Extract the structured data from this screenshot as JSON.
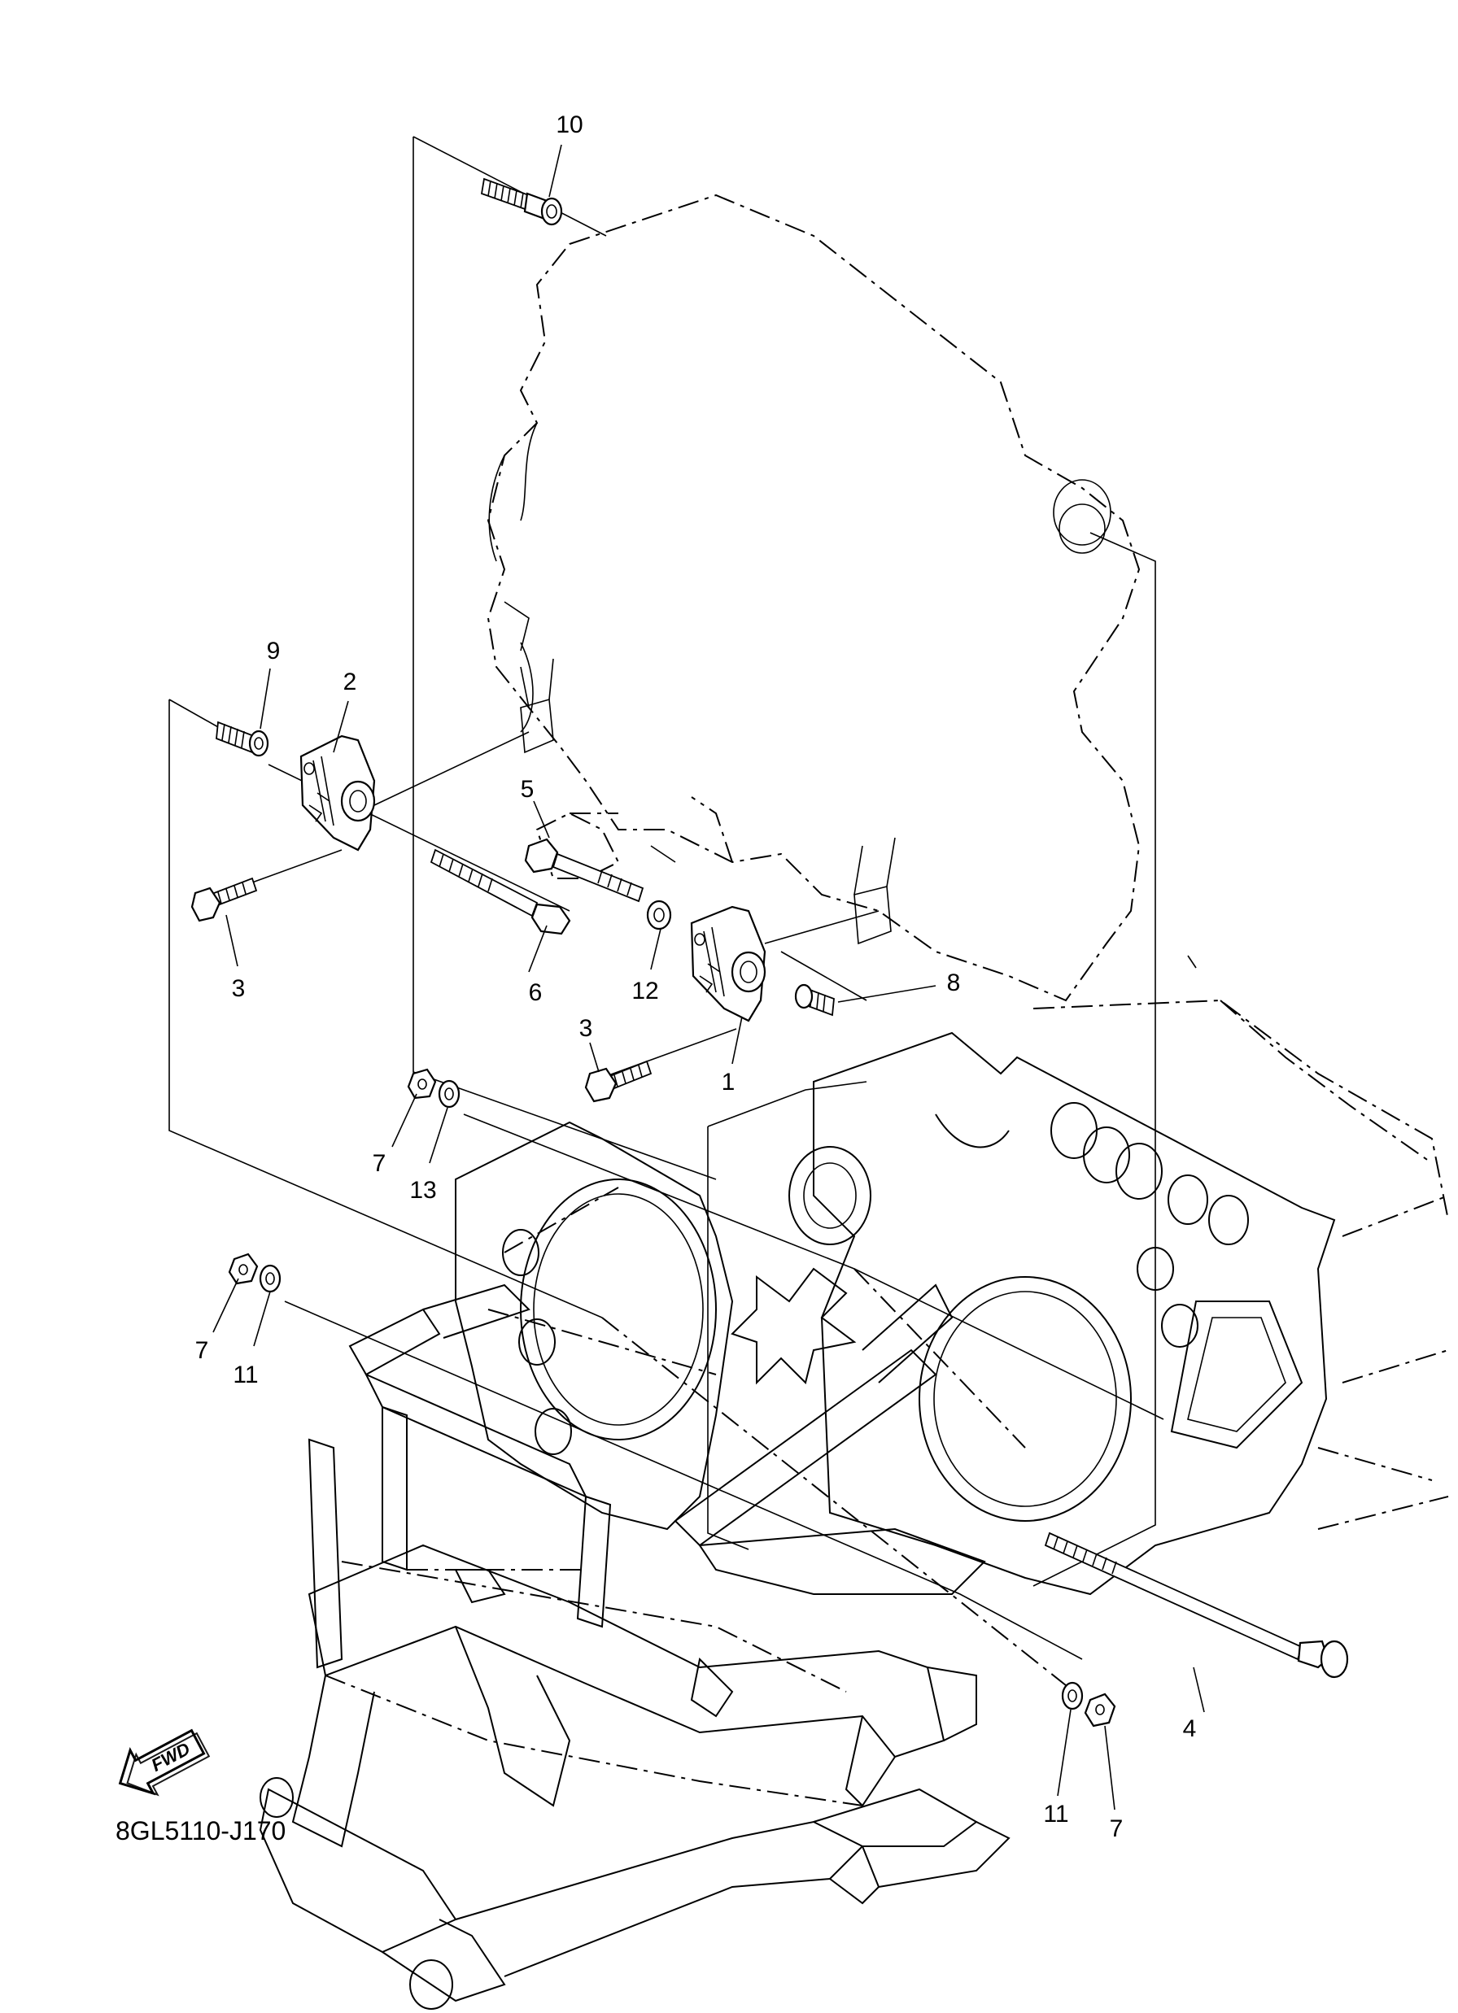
{
  "diagram_code": "8GL5110-J170",
  "fwd_label": "FWD",
  "callouts": {
    "c1": "1",
    "c2": "2",
    "c3a": "3",
    "c3b": "3",
    "c4": "4",
    "c5": "5",
    "c6": "6",
    "c7a": "7",
    "c7b": "7",
    "c7c": "7",
    "c8": "8",
    "c9": "9",
    "c10": "10",
    "c11a": "11",
    "c11b": "11",
    "c12": "12",
    "c13": "13"
  }
}
